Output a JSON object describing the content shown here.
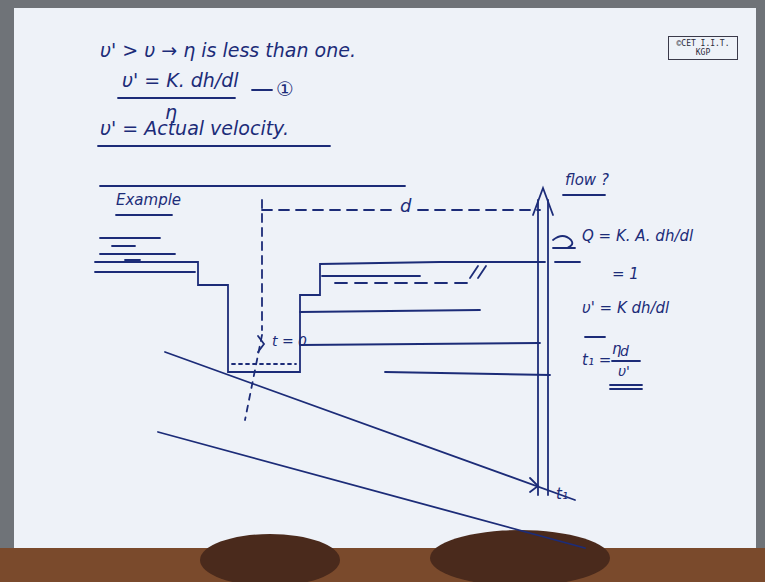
{
  "diagram": {
    "nodes": [
      {
        "text": [
          "©CET I.I.T. KGP"
        ]
      }
    ],
    "labels": [
      "υ' > υ → η is less than one.",
      "υ' = K. dh/dl",
      "η",
      "①",
      "υ' = Actual velocity.",
      "Example",
      "d",
      "flow ?",
      "Q = K. A. dh/dl",
      "= 1",
      "υ' = K dh/dl",
      "η",
      "t₁ =",
      "d",
      "υ'",
      "t = 0",
      "t₁"
    ]
  }
}
